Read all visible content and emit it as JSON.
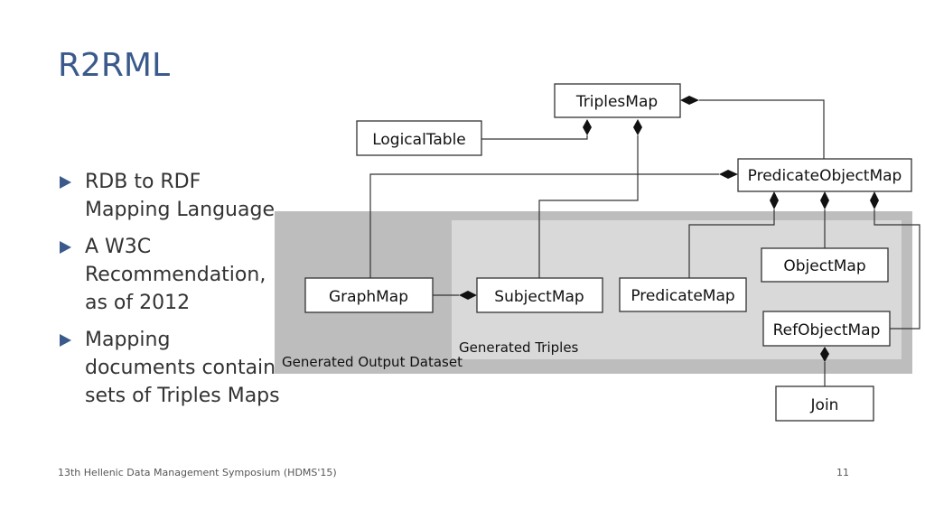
{
  "slide": {
    "title": "R2RML",
    "bullets": [
      "RDB to RDF Mapping Language",
      "A W3C Recommendation, as of 2012",
      "Mapping documents contain sets of Triples Maps"
    ],
    "footer": "13th Hellenic Data Management Symposium (HDMS'15)",
    "page_number": "11"
  },
  "diagram": {
    "areas": {
      "output_dataset": "Generated Output Dataset",
      "triples": "Generated Triples"
    },
    "boxes": {
      "triplesmap": "TriplesMap",
      "logicaltable": "LogicalTable",
      "predicateobjectmap": "PredicateObjectMap",
      "graphmap": "GraphMap",
      "subjectmap": "SubjectMap",
      "predicatemap": "PredicateMap",
      "objectmap": "ObjectMap",
      "refobjectmap": "RefObjectMap",
      "join": "Join"
    },
    "colors": {
      "outer_area": "#bdbdbd",
      "inner_area": "#d9d9d9",
      "accent": "#3b5a8c"
    }
  }
}
